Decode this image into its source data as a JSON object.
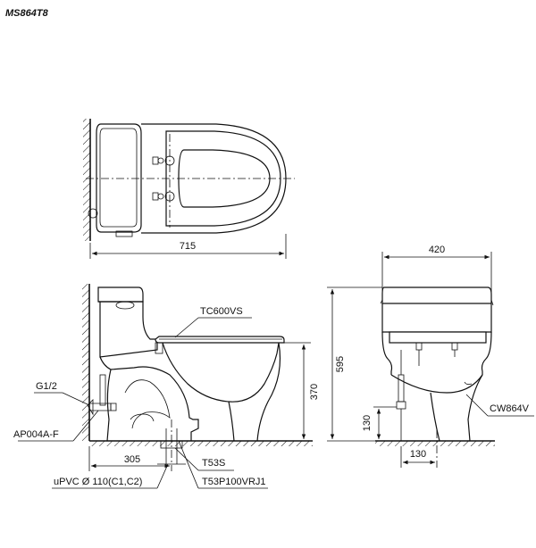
{
  "model": "MS864T8",
  "dimensions": {
    "total_length": "715",
    "width": "420",
    "height": "595",
    "seat_height": "370",
    "rough_in": "305",
    "supply_height": "130",
    "supply_offset": "130"
  },
  "parts": {
    "seat": "TC600VS",
    "supply": "G1/2",
    "stop_valve": "AP004A-F",
    "drain_pipe": "uPVC Ø 110(C1,C2)",
    "flange": "T53S",
    "adapter": "T53P100VRJ1",
    "body": "CW864V"
  }
}
